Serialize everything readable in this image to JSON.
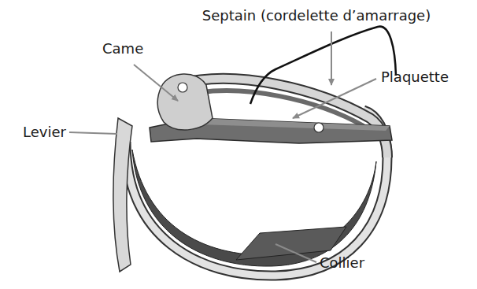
{
  "diagram": {
    "labels": [
      "Septain (cordelette d’amarrage)",
      "Came",
      "Plaquette",
      "Levier",
      "Collier"
    ]
  }
}
